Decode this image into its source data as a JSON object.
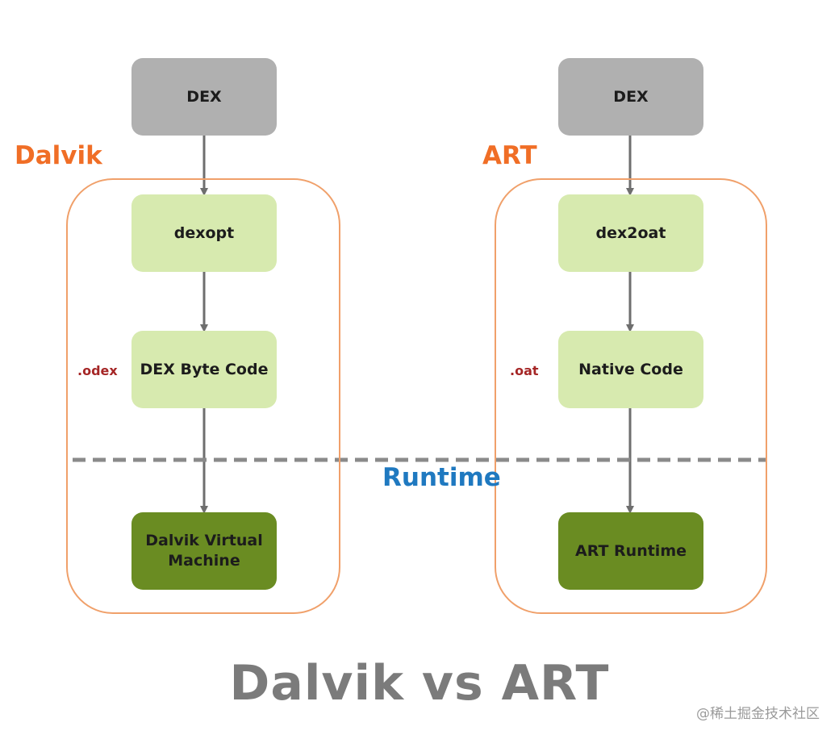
{
  "dalvik": {
    "title": "Dalvik",
    "input": "DEX",
    "step1": "dexopt",
    "step2": "DEX Byte Code",
    "step2_ext": ".odex",
    "runtime": "Dalvik Virtual Machine"
  },
  "art": {
    "title": "ART",
    "input": "DEX",
    "step1": "dex2oat",
    "step2": "Native Code",
    "step2_ext": ".oat",
    "runtime": "ART Runtime"
  },
  "divider_label": "Runtime",
  "main_title": "Dalvik vs ART",
  "watermark": "@稀土掘金技术社区",
  "colors": {
    "accent_orange": "#f06e26",
    "container_border": "#f0a06a",
    "runtime_blue": "#1f79c0",
    "ext_red": "#a52626",
    "dex_gray": "#b0b0b0",
    "process_light_green": "#d7eaaf",
    "runtime_dark_green": "#6a8c22",
    "arrow_gray": "#6e6e6e"
  }
}
